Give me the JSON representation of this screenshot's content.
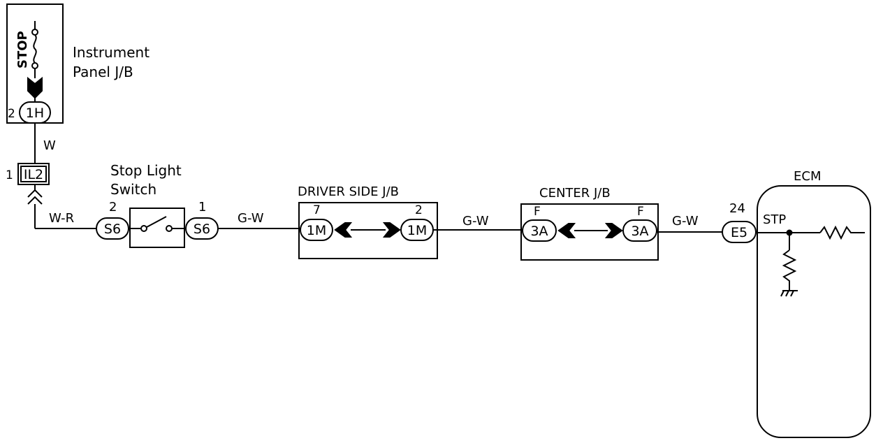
{
  "fuse": {
    "label": "STOP"
  },
  "instrument_panel_jb": {
    "line1": "Instrument",
    "line2": "Panel J/B",
    "pin": "2",
    "connector": "1H"
  },
  "connector_il2": {
    "pin": "1",
    "label": "IL2"
  },
  "wires": {
    "w": "W",
    "w_r": "W-R",
    "g_w_1": "G-W",
    "g_w_2": "G-W",
    "g_w_3": "G-W"
  },
  "stop_light_switch": {
    "line1": "Stop Light",
    "line2": "Switch",
    "pin_in": "2",
    "connector_in": "S6",
    "pin_out": "1",
    "connector_out": "S6"
  },
  "driver_side_jb": {
    "title": "DRIVER SIDE J/B",
    "pin_in": "7",
    "connector_in": "1M",
    "pin_out": "2",
    "connector_out": "1M"
  },
  "center_jb": {
    "title": "CENTER J/B",
    "pin_in": "F",
    "connector_in": "3A",
    "pin_out": "F",
    "connector_out": "3A"
  },
  "ecm": {
    "title": "ECM",
    "pin": "24",
    "connector": "E5",
    "terminal": "STP"
  }
}
